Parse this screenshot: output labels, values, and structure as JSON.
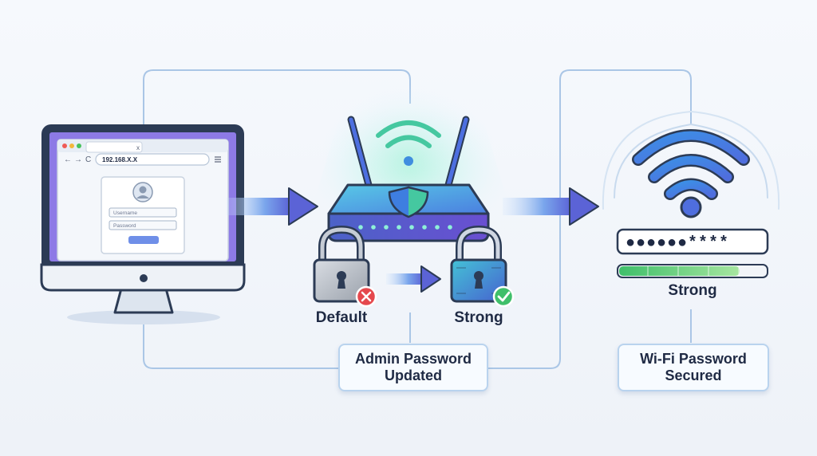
{
  "browser": {
    "url": "192.168.X.X",
    "tab_close": "x",
    "username_placeholder": "Username",
    "password_placeholder": "Password"
  },
  "lock_default": {
    "label": "Default",
    "status": "error"
  },
  "lock_strong": {
    "label": "Strong",
    "status": "success"
  },
  "admin_card": {
    "text": "Admin Password\nUpdated"
  },
  "wifi_password": {
    "masked": "●●●●●●****",
    "strength_label": "Strong",
    "strength_level": 0.82
  },
  "wifi_card": {
    "text": "Wi-Fi Password\nSecured"
  },
  "colors": {
    "monitor_frame": "#2c3b55",
    "accent_blue": "#3f7fdc",
    "accent_purple": "#6a5cd9",
    "accent_green": "#3fbf6a",
    "error_red": "#e5484d",
    "connector": "#aac6e6"
  }
}
